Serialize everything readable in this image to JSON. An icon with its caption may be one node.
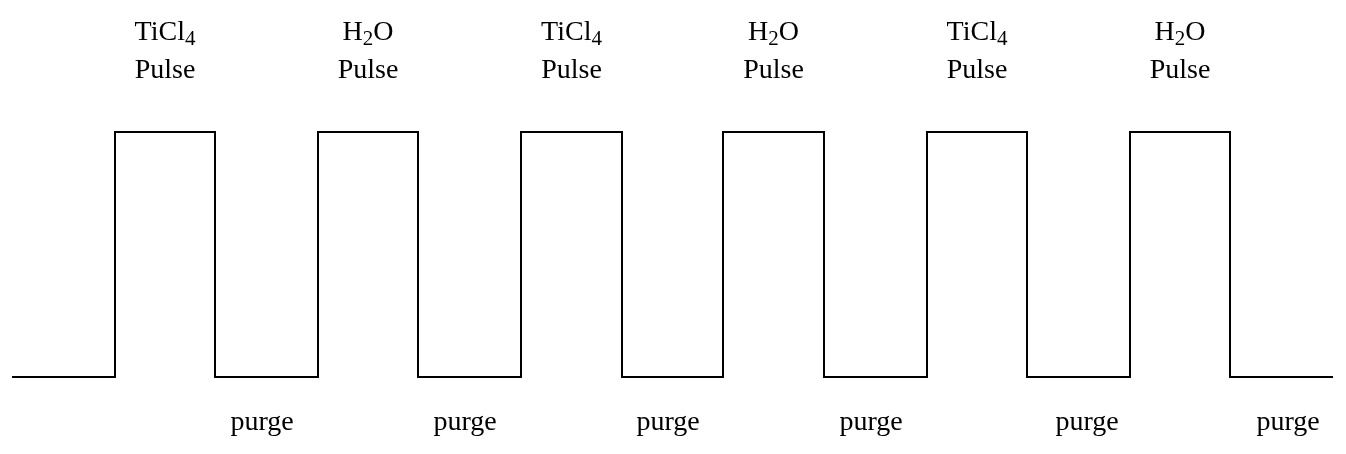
{
  "diagram": {
    "labels": [
      "TiCl$_{4}$ Pulse",
      "H$_{2}$O Pulse",
      "TiCl$_{4}$ Pulse",
      "H$_{2}$O Pulse",
      "TiCl$_{4}$ Pulse",
      "H$_{2}$O Pulse",
      "purge",
      "purge",
      "purge",
      "purge",
      "purge",
      "purge"
    ]
  }
}
